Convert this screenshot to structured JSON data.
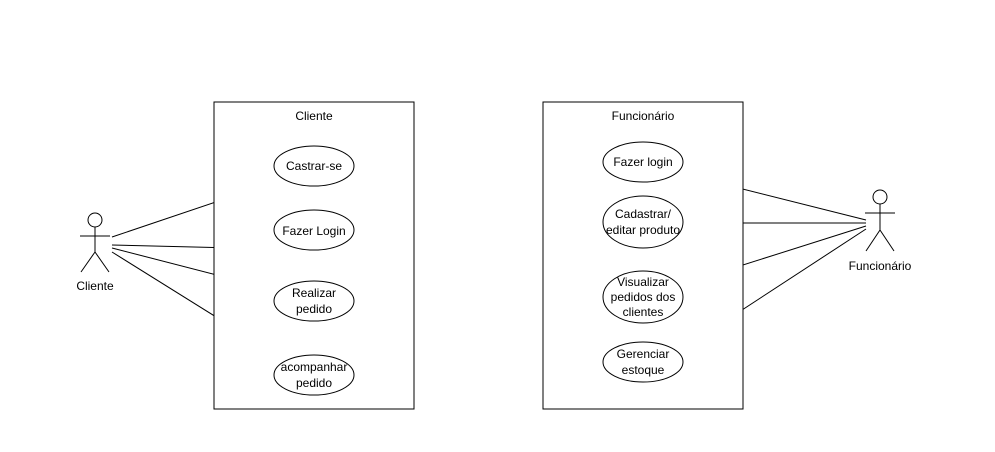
{
  "systems": [
    {
      "title": "Cliente",
      "use_cases": [
        [
          "Castrar-se"
        ],
        [
          "Fazer Login"
        ],
        [
          "Realizar",
          "pedido"
        ],
        [
          "acompanhar",
          "pedido"
        ]
      ]
    },
    {
      "title": "Funcionário",
      "use_cases": [
        [
          "Fazer login"
        ],
        [
          "Cadastrar/",
          "editar produto"
        ],
        [
          "Visualizar",
          "pedidos dos",
          "clientes"
        ],
        [
          "Gerenciar",
          "estoque"
        ]
      ]
    }
  ],
  "actors": [
    {
      "label": "Cliente"
    },
    {
      "label": "Funcionário"
    }
  ]
}
